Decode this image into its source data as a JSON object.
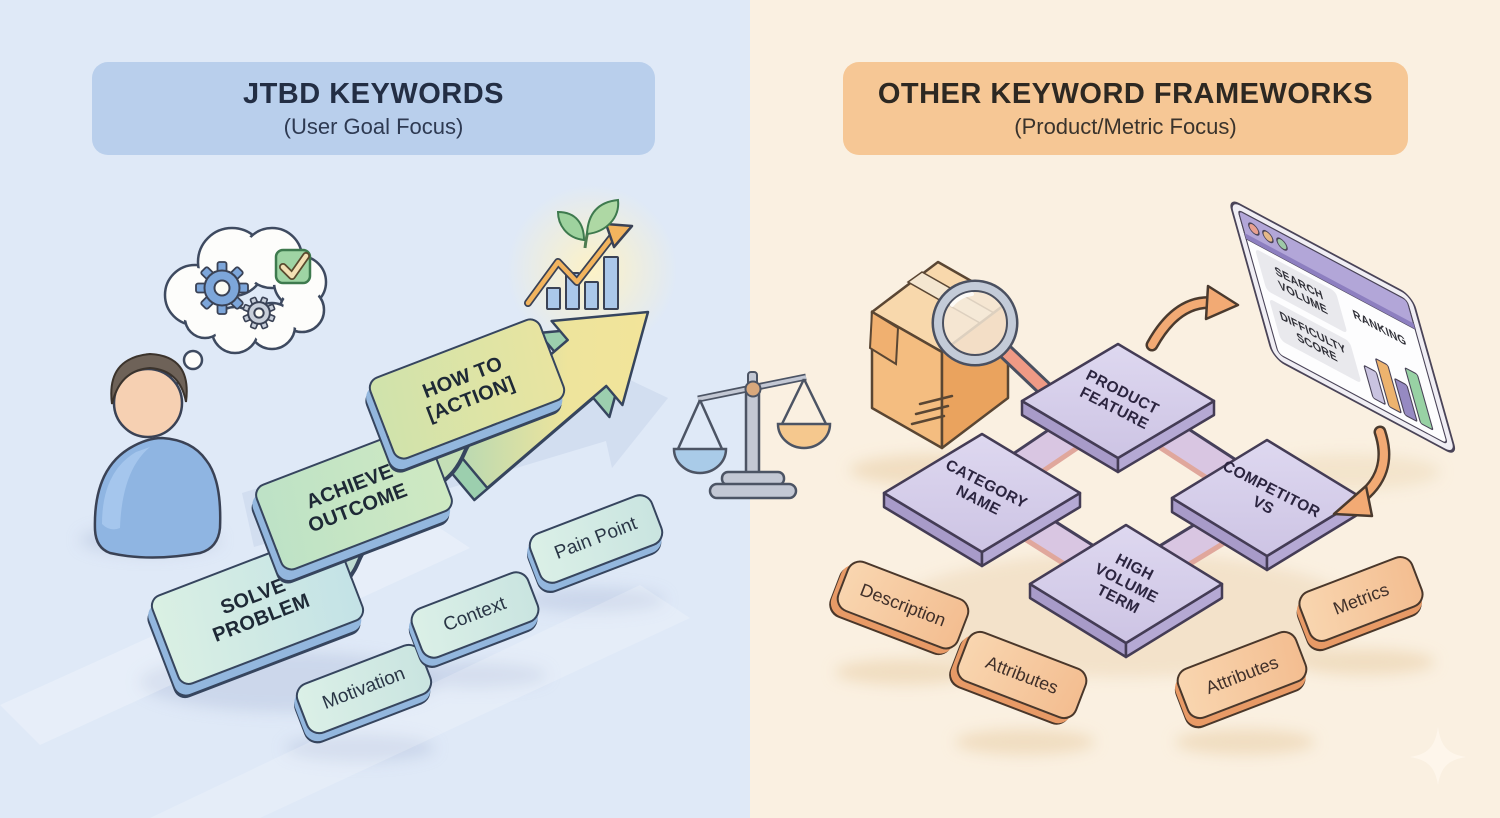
{
  "left_panel": {
    "header": {
      "title": "JTBD KEYWORDS",
      "subtitle": "(User Goal Focus)"
    },
    "journey_steps": [
      "SOLVE PROBLEM",
      "ACHIEVE OUTCOME",
      "HOW TO [ACTION]"
    ],
    "tags": [
      "Motivation",
      "Context",
      "Pain Point"
    ],
    "icons": [
      "thinking-user",
      "thought-bubble-gears",
      "check-box",
      "growth-chart-sprout",
      "upward-arrow"
    ]
  },
  "center": {
    "icon": "balance-scale"
  },
  "right_panel": {
    "header": {
      "title": "OTHER KEYWORD FRAMEWORKS",
      "subtitle": "(Product/Metric Focus)"
    },
    "nodes": [
      "PRODUCT FEATURE",
      "CATEGORY NAME",
      "COMPETITOR VS",
      "HIGH VOLUME TERM"
    ],
    "tags": [
      "Description",
      "Attributes",
      "Attributes",
      "Metrics"
    ],
    "browser_metrics": [
      "SEARCH VOLUME",
      "DIFFICULTY SCORE",
      "RANKING"
    ],
    "icons": [
      "product-box",
      "magnifying-glass",
      "metrics-browser-window",
      "curved-arrow",
      "sparkle"
    ]
  },
  "colors": {
    "left_bg": "#dfe9f7",
    "right_bg": "#faf0e1",
    "left_header_bg": "#b9cfec",
    "right_header_bg": "#f6c795",
    "header_text": "#232e44",
    "outline_blue": "#36455e",
    "outline_plum": "#46405a",
    "node_lavender": "#d7d0ea",
    "connector_purple": "#d9c6e2",
    "connector_salmon": "#e0a79c",
    "pill_teal": "#d6ede3",
    "pill_peach": "#f6c9a0",
    "arrow_yellow": "#f0e098",
    "accent_orange": "#f2aa74",
    "window_purple": "#b2a6d8"
  }
}
